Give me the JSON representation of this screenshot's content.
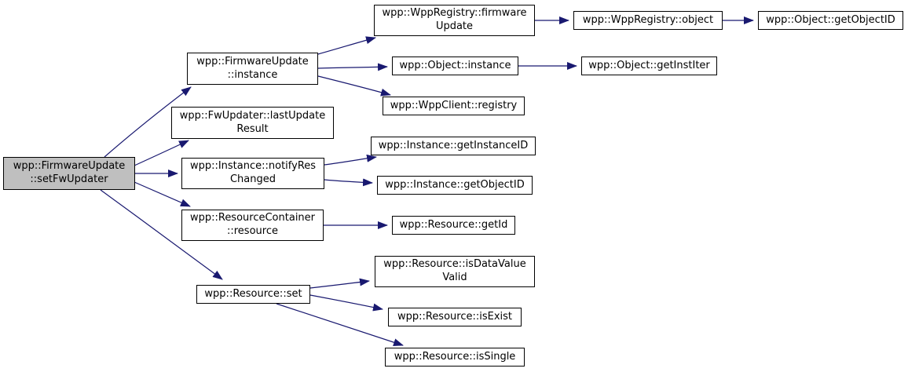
{
  "diagram": {
    "type": "call-graph",
    "colors": {
      "background": "#ffffff",
      "edge": "#191970",
      "node_fill": "#ffffff",
      "node_border": "#000000",
      "root_fill": "#bfbfbf",
      "text": "#000000"
    },
    "nodes": [
      {
        "id": "setFwUpdater",
        "label": "wpp::FirmwareUpdate\n::setFwUpdater",
        "root": true
      },
      {
        "id": "firmwareUpdate-instance",
        "label": "wpp::FirmwareUpdate\n::instance",
        "root": false
      },
      {
        "id": "lastUpdateResult",
        "label": "wpp::FwUpdater::lastUpdate\nResult",
        "root": false
      },
      {
        "id": "notifyResChanged",
        "label": "wpp::Instance::notifyRes\nChanged",
        "root": false
      },
      {
        "id": "resourceContainer-resource",
        "label": "wpp::ResourceContainer\n::resource",
        "root": false
      },
      {
        "id": "resource-set",
        "label": "wpp::Resource::set",
        "root": false
      },
      {
        "id": "wppRegistry-firmwareUpdate",
        "label": "wpp::WppRegistry::firmware\nUpdate",
        "root": false
      },
      {
        "id": "object-instance",
        "label": "wpp::Object::instance",
        "root": false
      },
      {
        "id": "wppClient-registry",
        "label": "wpp::WppClient::registry",
        "root": false
      },
      {
        "id": "instance-getInstanceID",
        "label": "wpp::Instance::getInstanceID",
        "root": false
      },
      {
        "id": "instance-getObjectID",
        "label": "wpp::Instance::getObjectID",
        "root": false
      },
      {
        "id": "resource-getId",
        "label": "wpp::Resource::getId",
        "root": false
      },
      {
        "id": "resource-isDataValueValid",
        "label": "wpp::Resource::isDataValue\nValid",
        "root": false
      },
      {
        "id": "resource-isExist",
        "label": "wpp::Resource::isExist",
        "root": false
      },
      {
        "id": "resource-isSingle",
        "label": "wpp::Resource::isSingle",
        "root": false
      },
      {
        "id": "wppRegistry-object",
        "label": "wpp::WppRegistry::object",
        "root": false
      },
      {
        "id": "object-getObjectID",
        "label": "wpp::Object::getObjectID",
        "root": false
      },
      {
        "id": "object-getInstIter",
        "label": "wpp::Object::getInstIter",
        "root": false
      }
    ],
    "edges": [
      {
        "from": "wpp::FirmwareUpdate::setFwUpdater",
        "to": "wpp::FirmwareUpdate::instance"
      },
      {
        "from": "wpp::FirmwareUpdate::setFwUpdater",
        "to": "wpp::FwUpdater::lastUpdateResult"
      },
      {
        "from": "wpp::FirmwareUpdate::setFwUpdater",
        "to": "wpp::Instance::notifyResChanged"
      },
      {
        "from": "wpp::FirmwareUpdate::setFwUpdater",
        "to": "wpp::ResourceContainer::resource"
      },
      {
        "from": "wpp::FirmwareUpdate::setFwUpdater",
        "to": "wpp::Resource::set"
      },
      {
        "from": "wpp::FirmwareUpdate::instance",
        "to": "wpp::WppRegistry::firmwareUpdate"
      },
      {
        "from": "wpp::FirmwareUpdate::instance",
        "to": "wpp::Object::instance"
      },
      {
        "from": "wpp::FirmwareUpdate::instance",
        "to": "wpp::WppClient::registry"
      },
      {
        "from": "wpp::WppRegistry::firmwareUpdate",
        "to": "wpp::WppRegistry::object"
      },
      {
        "from": "wpp::WppRegistry::object",
        "to": "wpp::Object::getObjectID"
      },
      {
        "from": "wpp::Object::instance",
        "to": "wpp::Object::getInstIter"
      },
      {
        "from": "wpp::Instance::notifyResChanged",
        "to": "wpp::Instance::getInstanceID"
      },
      {
        "from": "wpp::Instance::notifyResChanged",
        "to": "wpp::Instance::getObjectID"
      },
      {
        "from": "wpp::ResourceContainer::resource",
        "to": "wpp::Resource::getId"
      },
      {
        "from": "wpp::Resource::set",
        "to": "wpp::Resource::isDataValueValid"
      },
      {
        "from": "wpp::Resource::set",
        "to": "wpp::Resource::isExist"
      },
      {
        "from": "wpp::Resource::set",
        "to": "wpp::Resource::isSingle"
      }
    ]
  }
}
